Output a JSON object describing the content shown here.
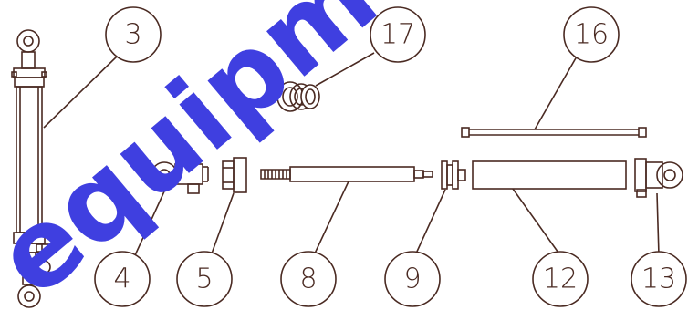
{
  "diagram": {
    "type": "exploded-parts",
    "colors": {
      "line": "#4a2a22",
      "background": "#ffffff",
      "watermark": "#3f3fe0"
    },
    "watermark": "equipment",
    "callouts": [
      "3",
      "17",
      "16",
      "4",
      "5",
      "8",
      "9",
      "12",
      "13"
    ]
  }
}
